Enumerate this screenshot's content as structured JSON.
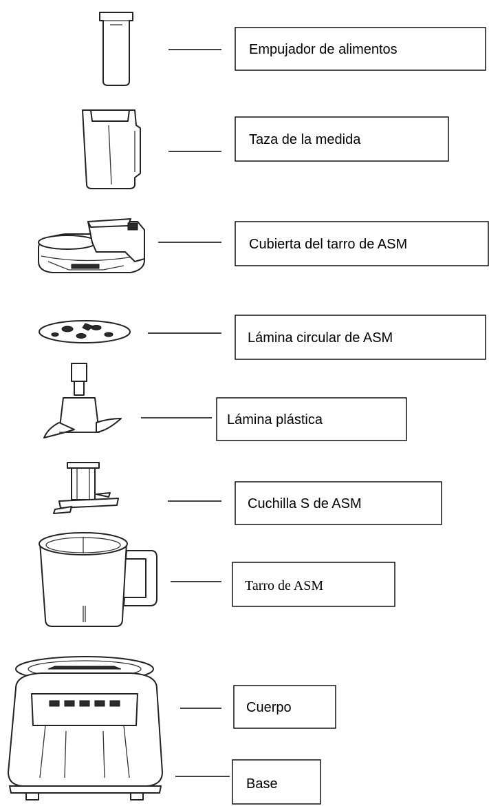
{
  "parts": [
    {
      "id": "food-pusher",
      "label": "Empujador de alimentos"
    },
    {
      "id": "measuring-cup",
      "label": "Taza de la medida"
    },
    {
      "id": "jar-cover",
      "label": "Cubierta del tarro de ASM"
    },
    {
      "id": "circular-blade",
      "label": "Lámina circular de ASM"
    },
    {
      "id": "plastic-blade",
      "label": "Lámina plástica"
    },
    {
      "id": "s-blade",
      "label": "Cuchilla S de ASM"
    },
    {
      "id": "jar",
      "label": "Tarro de ASM"
    },
    {
      "id": "body",
      "label": "Cuerpo"
    },
    {
      "id": "base",
      "label": "Base"
    }
  ]
}
